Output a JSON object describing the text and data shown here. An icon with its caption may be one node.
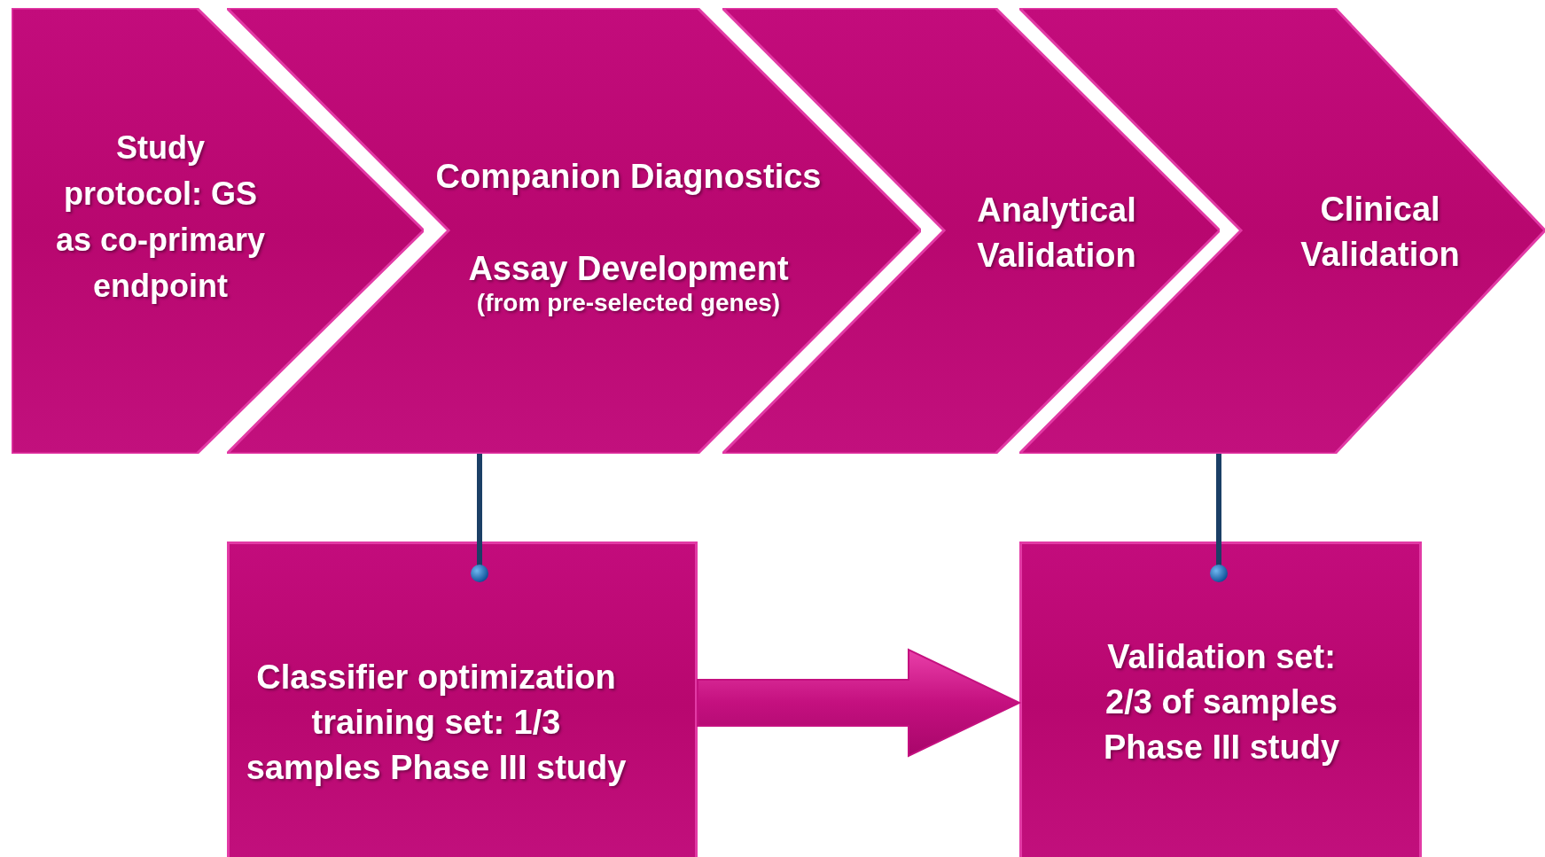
{
  "diagram": {
    "nodes": [
      {
        "text": [
          "Study protocol: GS as co-primary endpoint"
        ]
      },
      {
        "text": [
          "Companion Diagnostics",
          "Assay Development",
          "(from pre-selected genes)"
        ]
      },
      {
        "text": [
          "Analytical Validation"
        ]
      },
      {
        "text": [
          "Clinical Validation"
        ]
      },
      {
        "text": [
          "Classifier optimization training set: 1/3 samples Phase III study"
        ]
      },
      {
        "text": [
          "Validation set: 2/3 of samples Phase III study"
        ]
      }
    ],
    "edges": [
      {
        "from": 1,
        "to": 4,
        "arrow": "other"
      },
      {
        "from": 3,
        "to": 5,
        "arrow": "other"
      },
      {
        "from": 4,
        "to": 5,
        "arrow": "to",
        "style": "thick",
        "color": "#c4107f"
      }
    ]
  }
}
